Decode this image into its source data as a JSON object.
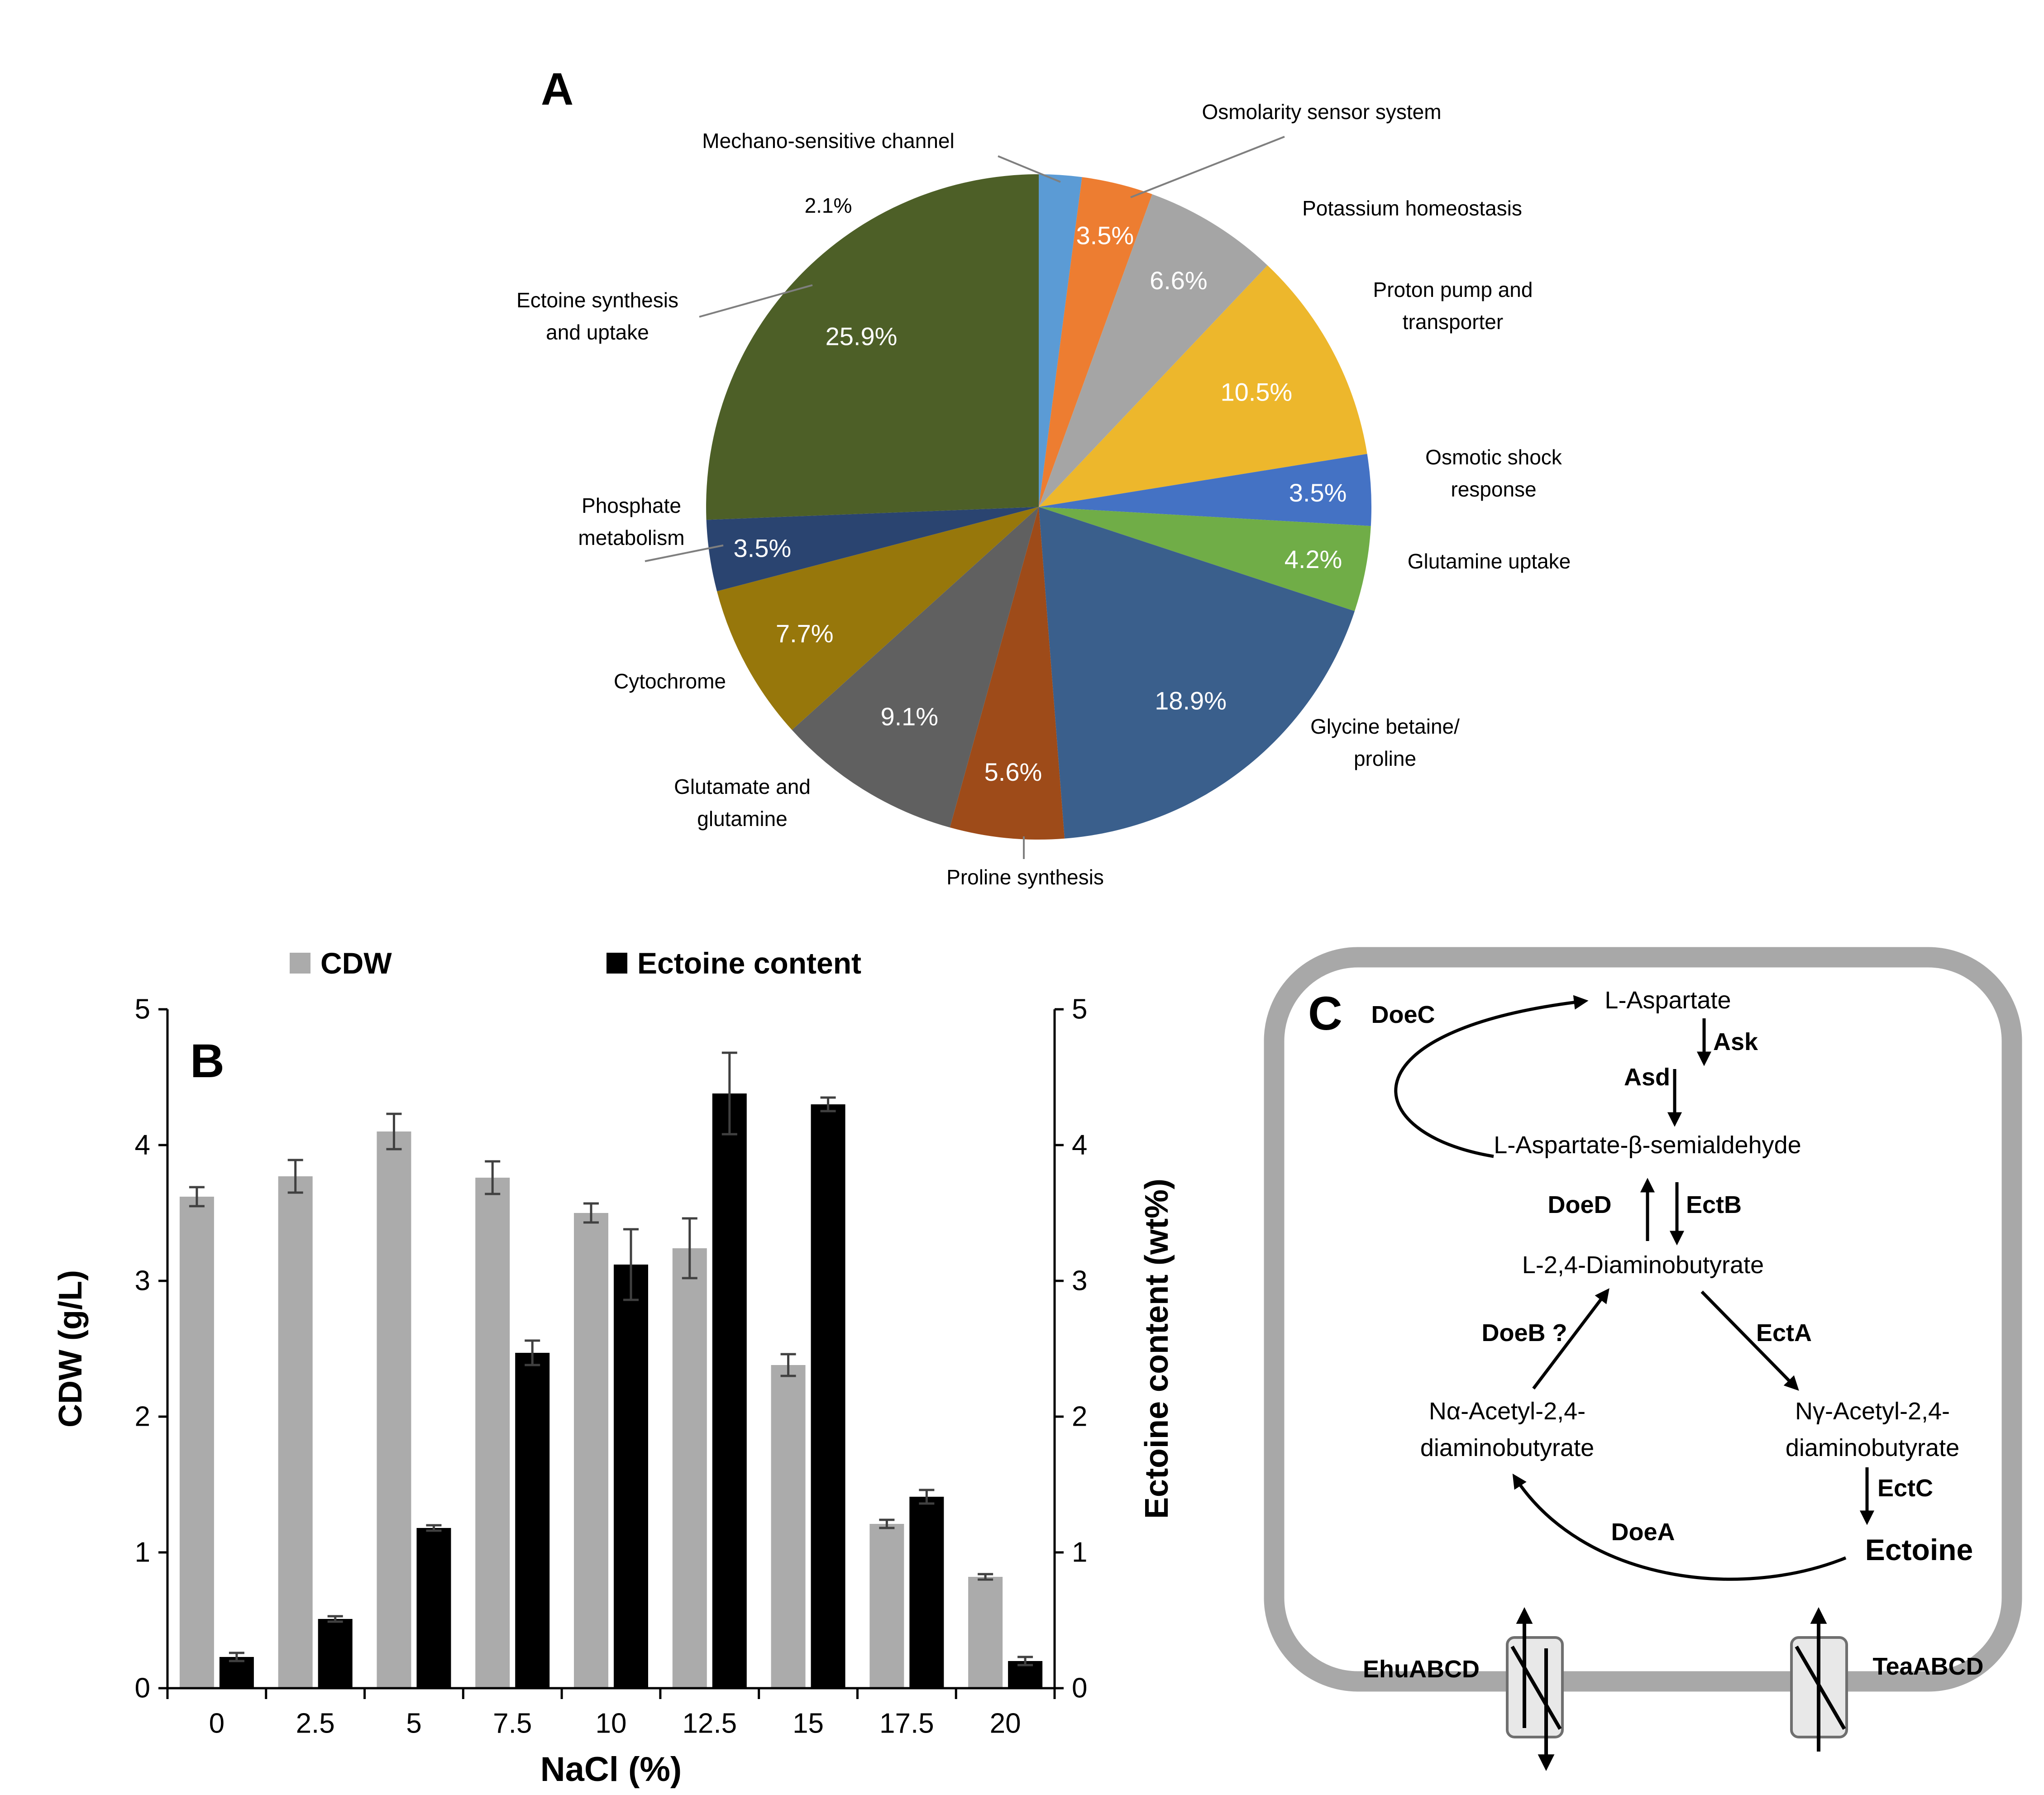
{
  "panels": {
    "a": "A",
    "b": "B",
    "c": "C"
  },
  "chart_data": [
    {
      "type": "pie",
      "panel": "A",
      "slices": [
        {
          "label": "Mechano-sensitive channel",
          "pct": "2.1%",
          "value": 2.1,
          "color": "#5B9BD5",
          "pct_inside": false
        },
        {
          "label": "Osmolarity sensor system",
          "pct": "3.5%",
          "value": 3.5,
          "color": "#ED7D31"
        },
        {
          "label": "Potassium homeostasis",
          "pct": "6.6%",
          "value": 6.6,
          "color": "#A5A5A5"
        },
        {
          "label": "Proton pump and transporter",
          "label_lines": [
            "Proton pump and",
            "transporter"
          ],
          "pct": "10.5%",
          "value": 10.5,
          "color": "#EDB72C"
        },
        {
          "label": "Osmotic shock response",
          "label_lines": [
            "Osmotic shock",
            "response"
          ],
          "pct": "3.5%",
          "value": 3.5,
          "color": "#4472C4"
        },
        {
          "label": "Glutamine uptake",
          "pct": "4.2%",
          "value": 4.2,
          "color": "#70AD47"
        },
        {
          "label": "Glycine betaine/proline",
          "label_lines": [
            "Glycine betaine/",
            "proline"
          ],
          "pct": "18.9%",
          "value": 18.9,
          "color": "#3A5F8C"
        },
        {
          "label": "Proline synthesis",
          "pct": "5.6%",
          "value": 5.6,
          "color": "#9E4B19"
        },
        {
          "label": "Glutamate and glutamine",
          "label_lines": [
            "Glutamate and",
            "glutamine"
          ],
          "pct": "9.1%",
          "value": 9.1,
          "color": "#606060"
        },
        {
          "label": "Cytochrome",
          "pct": "7.7%",
          "value": 7.7,
          "color": "#97770B"
        },
        {
          "label": "Phosphate metabolism",
          "label_lines": [
            "Phosphate",
            "metabolism"
          ],
          "pct": "3.5%",
          "value": 3.5,
          "color": "#2A4470"
        },
        {
          "label": "Ectoine synthesis and uptake",
          "label_lines": [
            "Ectoine synthesis",
            "and uptake"
          ],
          "pct": "25.9%",
          "value": 25.9,
          "color": "#4D5F27"
        }
      ]
    },
    {
      "type": "bar",
      "panel": "B",
      "categories": [
        "0",
        "2.5",
        "5",
        "7.5",
        "10",
        "12.5",
        "15",
        "17.5",
        "20"
      ],
      "series": [
        {
          "name": "CDW",
          "color": "#ABABAB",
          "values": [
            3.62,
            3.77,
            4.1,
            3.76,
            3.5,
            3.24,
            2.38,
            1.21,
            0.82
          ],
          "errors": [
            0.07,
            0.12,
            0.13,
            0.12,
            0.07,
            0.22,
            0.08,
            0.03,
            0.02
          ]
        },
        {
          "name": "Ectoine content",
          "color": "#000000",
          "values": [
            0.23,
            0.51,
            1.18,
            2.47,
            3.12,
            4.38,
            4.3,
            1.41,
            0.2
          ],
          "errors": [
            0.03,
            0.02,
            0.02,
            0.09,
            0.26,
            0.3,
            0.05,
            0.05,
            0.03
          ]
        }
      ],
      "xlabel": "NaCl (%)",
      "ylabel_left": "CDW (g/L)",
      "ylabel_right": "Ectoine content (wt%)",
      "ylim": [
        0,
        5
      ],
      "yticks": [
        0,
        1,
        2,
        3,
        4,
        5
      ],
      "grid": false,
      "legend_position": "top"
    }
  ],
  "pathway": {
    "doec": "DoeC",
    "l_aspartate": "L-Aspartate",
    "ask": "Ask",
    "asd": "Asd",
    "asb": "L-Aspartate-β-semialdehyde",
    "doed": "DoeD",
    "ectb": "EctB",
    "dab": "L-2,4-Diaminobutyrate",
    "doeb": "DoeB ?",
    "ecta": "EctA",
    "na_acetyl": [
      "Nα-Acetyl-2,4-",
      "diaminobutyrate"
    ],
    "ng_acetyl": [
      "Nγ-Acetyl-2,4-",
      "diaminobutyrate"
    ],
    "ectc": "EctC",
    "ectoine": "Ectoine",
    "doea": "DoeA",
    "ehuabcd": "EhuABCD",
    "teaabcd": "TeaABCD"
  }
}
